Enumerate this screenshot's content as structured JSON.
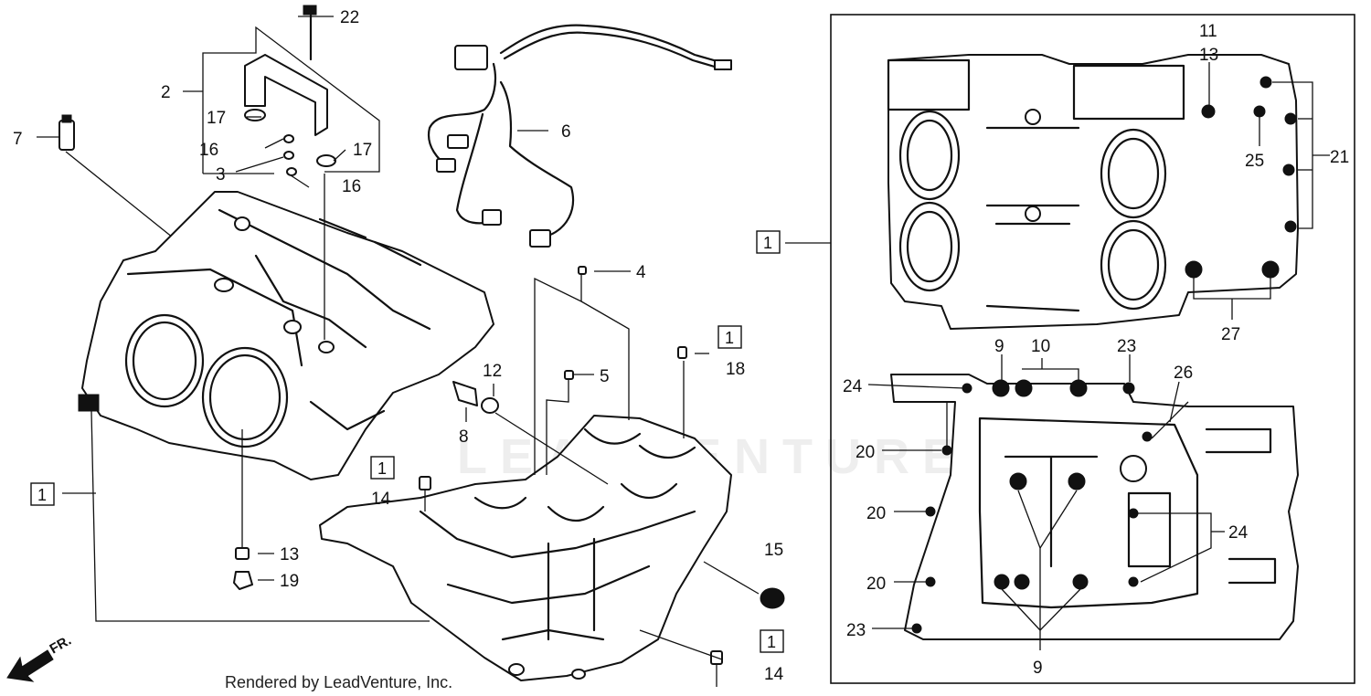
{
  "watermark": "LEADVENTURE",
  "credit": "Rendered by LeadVenture, Inc.",
  "direction": "FR.",
  "group_ref": "1",
  "callouts": {
    "c22": "22",
    "c2": "2",
    "c17a": "17",
    "c17b": "17",
    "c16a": "16",
    "c16b": "16",
    "c3": "3",
    "c7": "7",
    "c6": "6",
    "c4": "4",
    "c5": "5",
    "c18": "18",
    "c12": "12",
    "c8": "8",
    "c14a": "14",
    "c14b": "14",
    "c13": "13",
    "c19": "19",
    "c15": "15",
    "d11": "11",
    "d13": "13",
    "d21": "21",
    "d25": "25",
    "d27": "27",
    "d9a": "9",
    "d10": "10",
    "d23a": "23",
    "d24a": "24",
    "d26": "26",
    "d20a": "20",
    "d20b": "20",
    "d20c": "20",
    "d24b": "24",
    "d23b": "23",
    "d9b": "9"
  },
  "icons": [
    "wiring-harness-icon",
    "upper-crankcase-icon",
    "lower-crankcase-icon",
    "front-arrow-icon"
  ]
}
